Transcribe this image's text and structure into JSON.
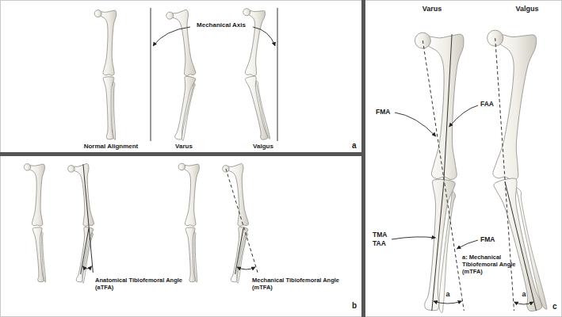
{
  "diagram": {
    "labels": [
      "Mechanical Axis",
      "Normal Alignment",
      "Varus",
      "Valgus",
      "a",
      "Anatomical Tibiofemoral Angle (aTFA)",
      "Mechanical Tibiofemoral Angle (mTFA)",
      "b",
      "Varus",
      "Valgus",
      "FMA",
      "FAA",
      "TMA",
      "TAA",
      "FMA",
      "a",
      "a: Mechanical Tibiofemoral Angle (mTFA)",
      "a",
      "c"
    ]
  }
}
